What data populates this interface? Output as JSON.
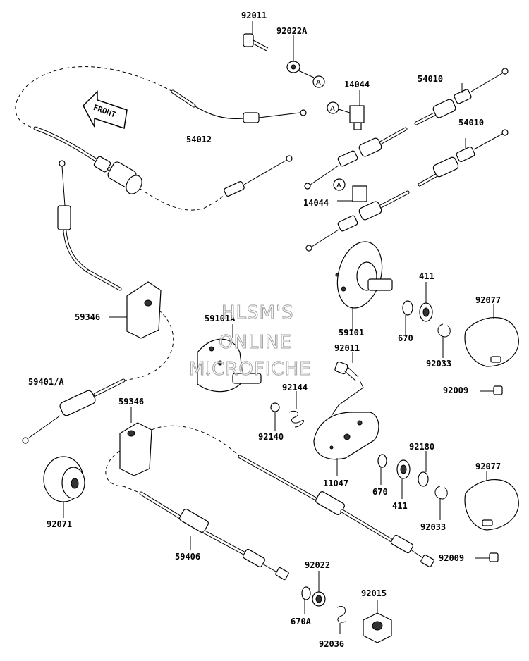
{
  "labels": {
    "p92011_top": "92011",
    "p92022A": "92022A",
    "p14044_top": "14044",
    "p54010_top": "54010",
    "p54010_mid": "54010",
    "p54012": "54012",
    "p14044_mid": "14044",
    "p59346_top": "59346",
    "p59101A": "59101A",
    "p59101": "59101",
    "p411_top": "411",
    "p92077_top": "92077",
    "p670_top": "670",
    "p92033_top": "92033",
    "p92011_mid": "92011",
    "p92009_top": "92009",
    "p59401A": "59401/A",
    "p92144": "92144",
    "p59346_mid": "59346",
    "p92140": "92140",
    "p92180": "92180",
    "p92077_bot": "92077",
    "p670_mid": "670",
    "p411_mid": "411",
    "p11047": "11047",
    "p92033_bot": "92033",
    "p92071": "92071",
    "p92009_bot": "92009",
    "p59406": "59406",
    "p92022": "92022",
    "p92015": "92015",
    "p670A": "670A",
    "p92036": "92036"
  },
  "callouts": {
    "a1": "A",
    "a2": "A",
    "a3": "A"
  },
  "front_arrow": "FRONT",
  "watermark": {
    "line1": "HLSM'S",
    "line2": "ONLINE",
    "line3": "MICROFICHE"
  }
}
